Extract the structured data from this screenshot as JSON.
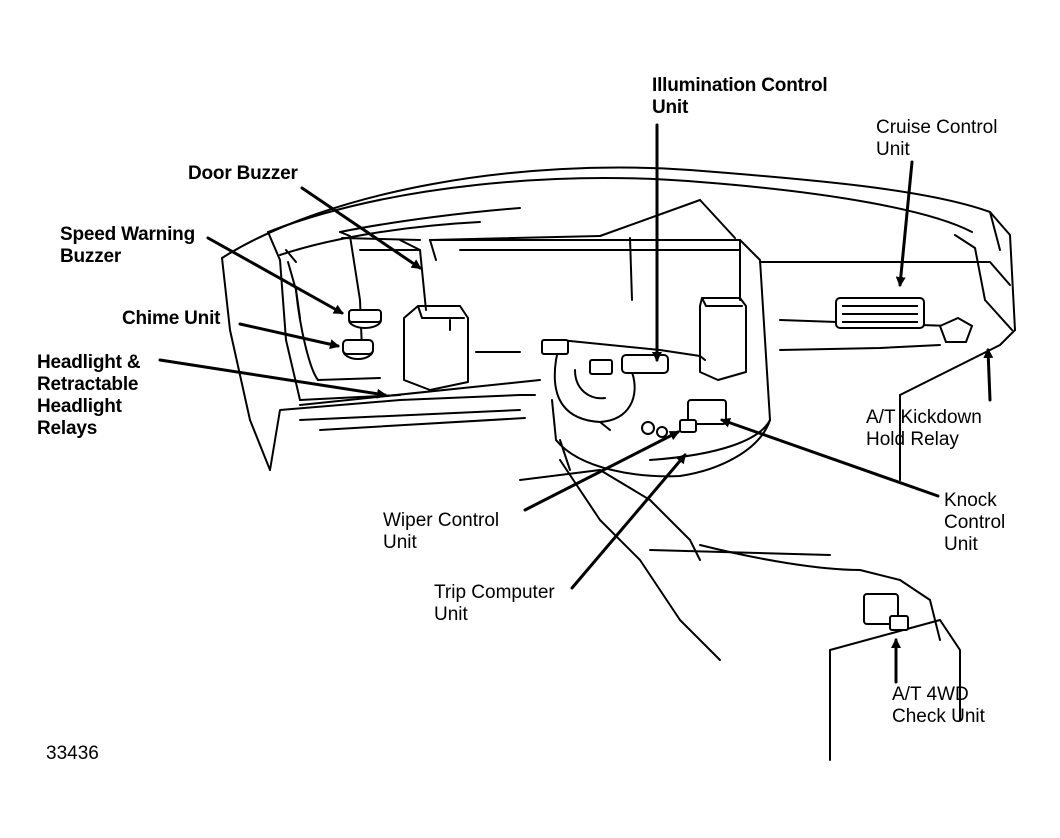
{
  "labels": {
    "illumination_control_unit": [
      "Illumination Control",
      "Unit"
    ],
    "cruise_control_unit": [
      "Cruise Control",
      "Unit"
    ],
    "door_buzzer": [
      "Door Buzzer"
    ],
    "speed_warning_buzzer": [
      "Speed Warning",
      "Buzzer"
    ],
    "chime_unit": [
      "Chime Unit"
    ],
    "headlight_relays": [
      "Headlight &",
      "Retractable",
      "Headlight",
      "Relays"
    ],
    "at_kickdown_hold_relay": [
      "A/T Kickdown",
      "Hold Relay"
    ],
    "knock_control_unit": [
      "Knock",
      "Control",
      "Unit"
    ],
    "wiper_control_unit": [
      "Wiper Control",
      "Unit"
    ],
    "trip_computer_unit": [
      "Trip Computer",
      "Unit"
    ],
    "at_4wd_check_unit": [
      "A/T 4WD",
      "Check Unit"
    ]
  },
  "figure_number": "33436",
  "colors": {
    "ink": "#000000",
    "paper": "#ffffff"
  }
}
